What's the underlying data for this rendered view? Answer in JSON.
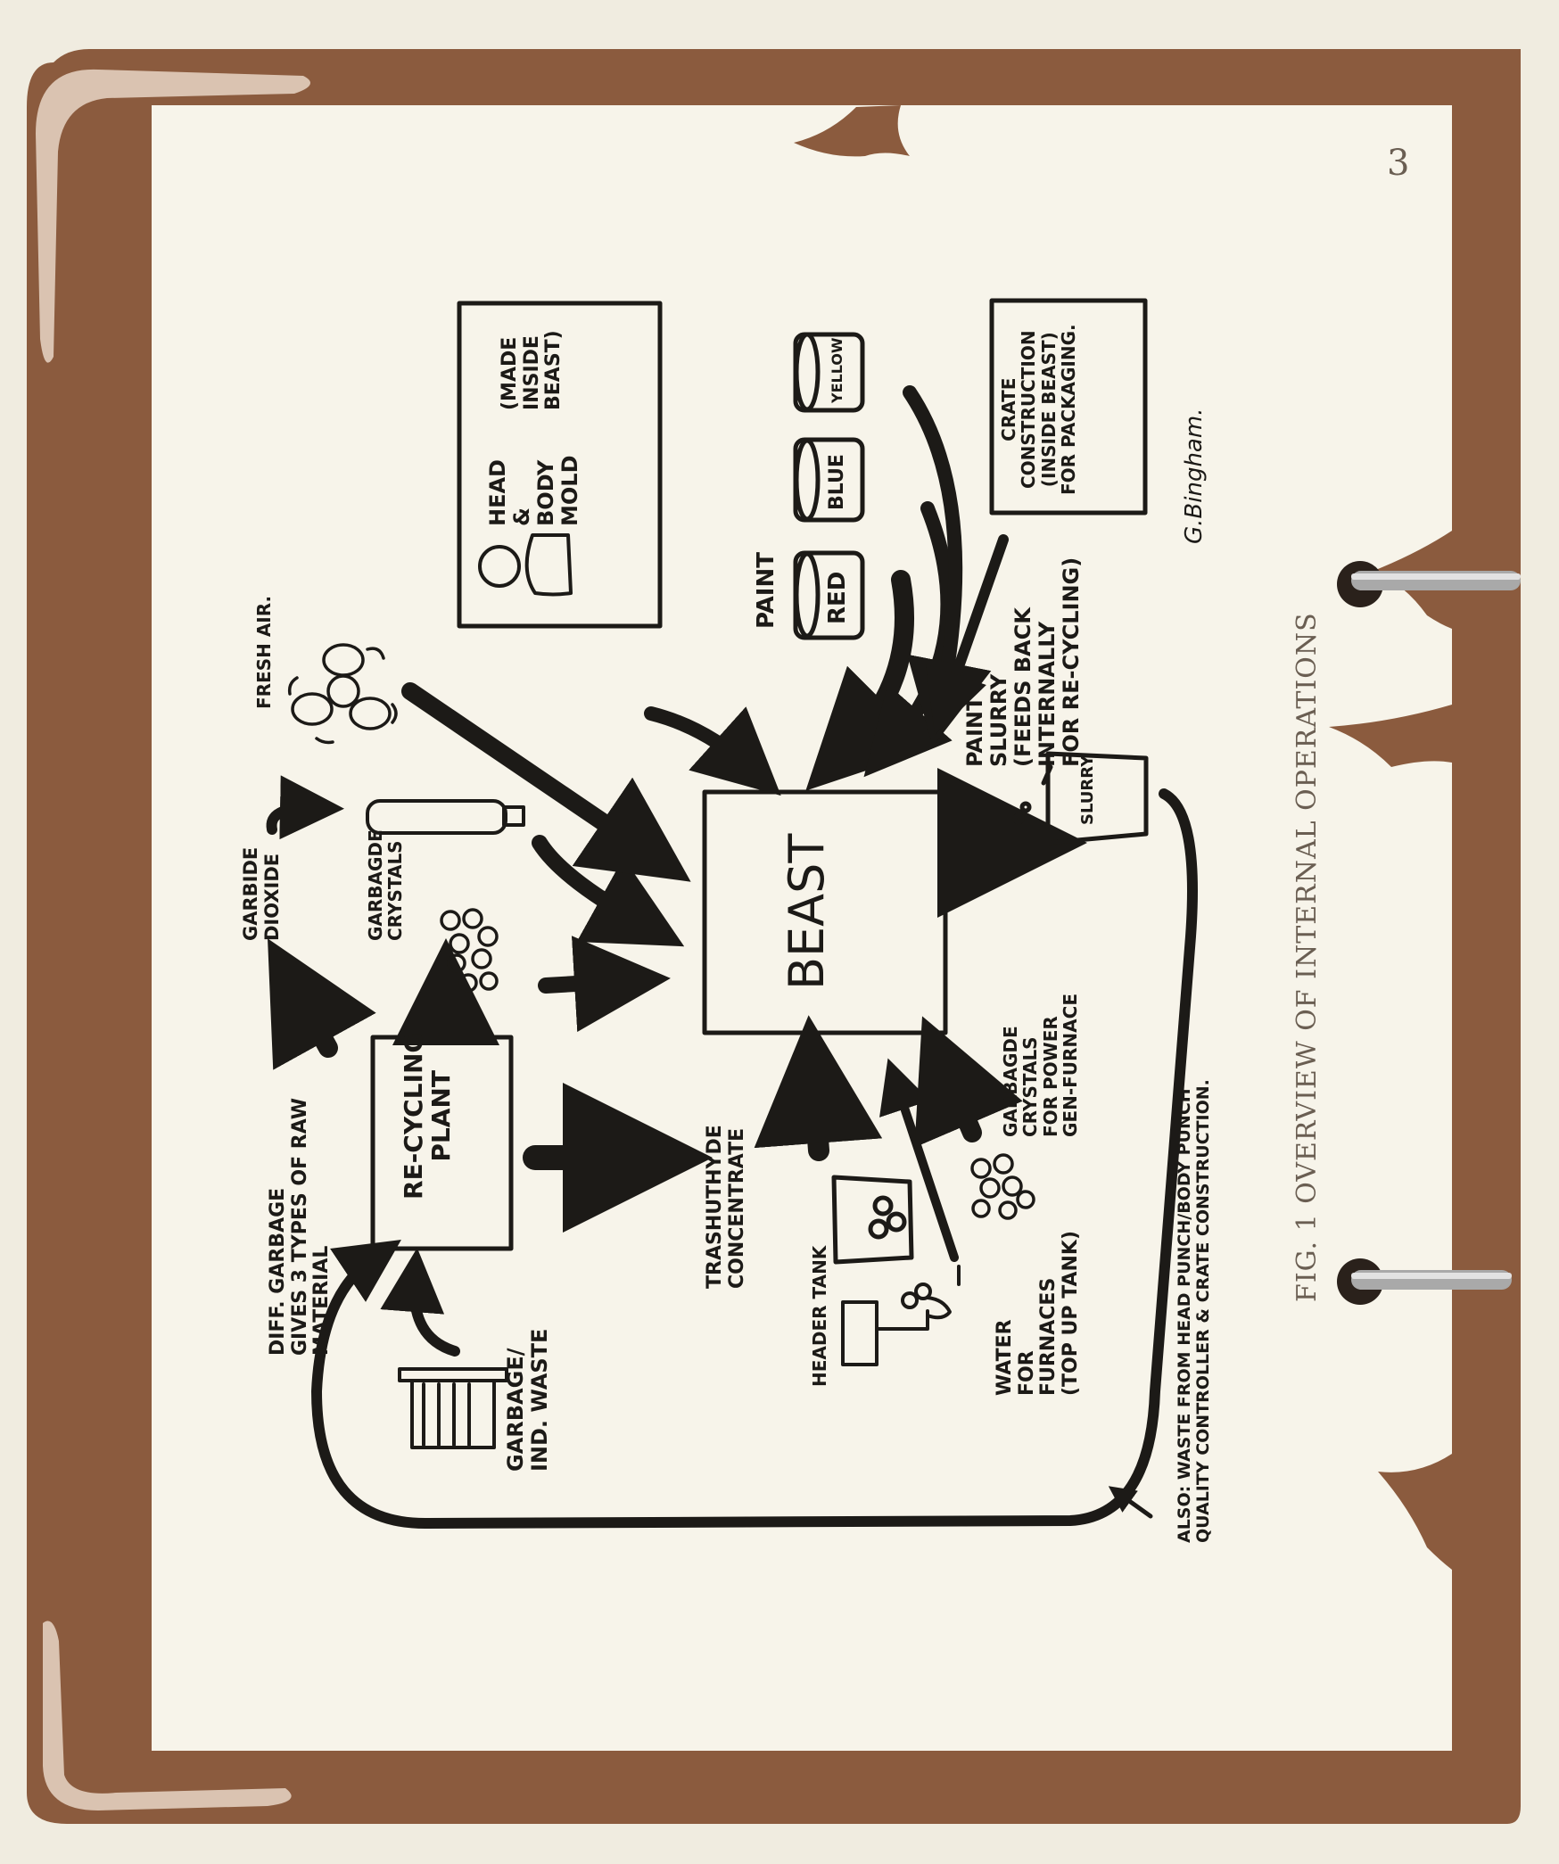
{
  "page_number": "3",
  "caption": "FIG. 1 OVERVIEW OF INTERNAL OPERATIONS",
  "signature": "G.Bingham.",
  "colors": {
    "background": "#f0ece0",
    "frame": "#8b5b3e",
    "paper": "#f7f4ea",
    "ink": "#1c1a17",
    "caption": "#6a5e52"
  },
  "diagram": {
    "beast": "BEAST",
    "recycling_plant": [
      "RE-CYCLING",
      "PLANT"
    ],
    "diff_garbage": [
      "DIFF. GARBAGE",
      "GIVES 3 TYPES OF RAW",
      "MATERIAL"
    ],
    "garbage_ind_waste": [
      "GARBAGE/",
      "IND. WASTE"
    ],
    "garbide_dioxide": [
      "GARBIDE",
      "DIOXIDE"
    ],
    "garbagde_crystals": [
      "GARBAGDE",
      "CRYSTALS"
    ],
    "fresh_air": "FRESH AIR.",
    "head_body_mold": [
      "HEAD",
      "&",
      "BODY",
      "MOLD"
    ],
    "made_inside_beast": [
      "(MADE",
      "INSIDE",
      "BEAST)"
    ],
    "paint": "PAINT",
    "paint_cans": [
      "RED",
      "BLUE",
      "YELLOW"
    ],
    "crate_construction": [
      "CRATE",
      "CONSTRUCTION",
      "(INSIDE BEAST)",
      "FOR PACKAGING."
    ],
    "paint_slurry": [
      "PAINT",
      "SLURRY",
      "(FEEDS BACK",
      "INTERNALLY",
      "FOR RE-CYCLING)"
    ],
    "slurry_bucket": "SLURRY",
    "trashuthyde": [
      "TRASHUTHYDE",
      "CONCENTRATE"
    ],
    "header_tank": "HEADER TANK",
    "water_furnaces": [
      "WATER",
      "FOR",
      "FURNACES",
      "(TOP UP TANK)"
    ],
    "crystals_power": [
      "GARBAGDE",
      "CRYSTALS",
      "FOR POWER",
      "GEN-FURNACE"
    ],
    "also_waste": [
      "ALSO: WASTE FROM HEAD PUNCH/BODY PUNCH",
      "QUALITY CONTROLLER & CRATE CONSTRUCTION."
    ]
  }
}
